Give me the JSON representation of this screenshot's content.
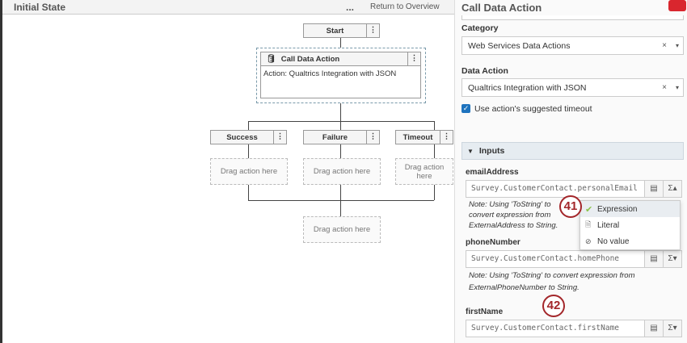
{
  "header": {
    "title": "Initial State",
    "more": "...",
    "return": "Return to Overview",
    "panel_title": "Call Data Action"
  },
  "flow": {
    "start": "Start",
    "menu": "⋮",
    "call": {
      "title": "Call Data Action",
      "action": "Action: Qualtrics Integration with JSON"
    },
    "branches": [
      "Success",
      "Failure",
      "Timeout"
    ],
    "drag": "Drag action here"
  },
  "panel": {
    "category_label": "Category",
    "category_value": "Web Services Data Actions",
    "action_label": "Data Action",
    "action_value": "Qualtrics Integration with JSON",
    "timeout_label": "Use action's suggested timeout",
    "timeout_checked": true,
    "inputs_label": "Inputs",
    "fields": [
      {
        "label": "emailAddress",
        "value": "Survey.CustomerContact.personalEmail",
        "note1": "Note: Using 'ToString' to convert expression from",
        "note2": "ExternalAddress to String."
      },
      {
        "label": "phoneNumber",
        "value": "Survey.CustomerContact.homePhone",
        "note1": "Note: Using 'ToString' to convert expression from",
        "note2": "ExternalPhoneNumber to String."
      },
      {
        "label": "firstName",
        "value": "Survey.CustomerContact.firstName"
      }
    ],
    "clear": "×",
    "caret": "▾",
    "sigma": "Σ▴",
    "sigma_down": "Σ▾",
    "table": "▤"
  },
  "dropdown": {
    "options": [
      "Expression",
      "Literal",
      "No value"
    ],
    "selected": "Expression"
  },
  "badges": [
    "41",
    "42"
  ],
  "colors": {
    "badge": "#a3262a",
    "check": "#8bc34a",
    "accent": "#1e73be"
  }
}
